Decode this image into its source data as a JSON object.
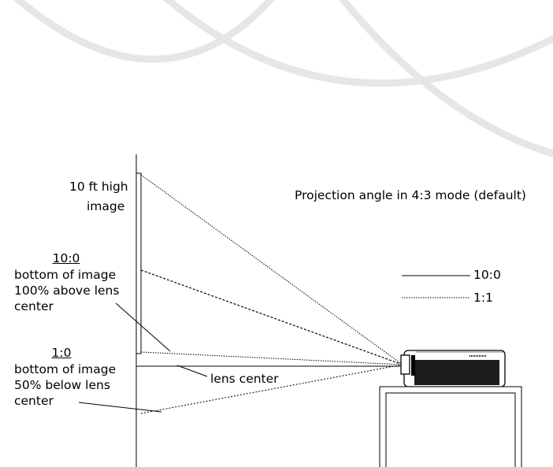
{
  "labels": {
    "image_height": [
      "10 ft high",
      "image"
    ],
    "title": "Projection angle in 4:3 mode (default)",
    "offset_a": {
      "ratio": "10:0",
      "lines": [
        "bottom of image",
        "100% above lens",
        "center"
      ]
    },
    "offset_b": {
      "ratio": "1:0",
      "lines": [
        "bottom of image",
        "50% below lens",
        "center"
      ]
    },
    "lens_center": "lens center"
  },
  "legend": [
    {
      "label": "10:0",
      "line_style": "solid"
    },
    {
      "label": "1:1",
      "line_style": "dotted"
    }
  ],
  "colors": {
    "ink": "#000000",
    "watermark": "#e6e6e6",
    "projector_front": "#1c1c1c"
  }
}
